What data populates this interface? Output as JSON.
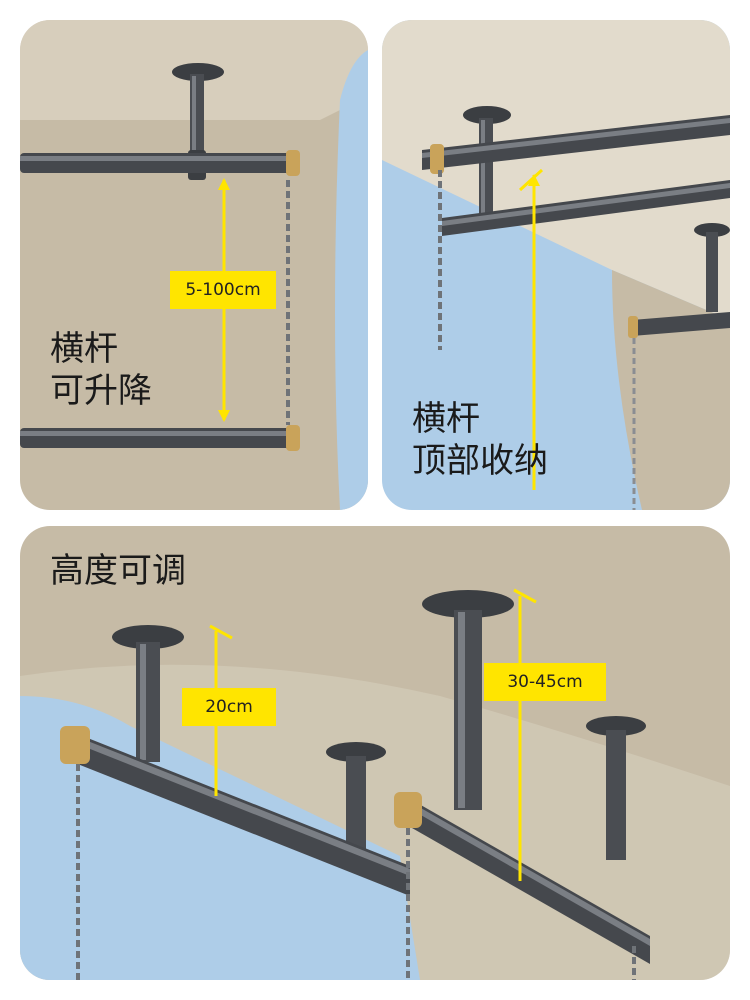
{
  "panels": [
    {
      "caption_lines": [
        "横杆",
        "可升降"
      ],
      "measure_label": "5-100cm"
    },
    {
      "caption_lines": [
        "横杆",
        "顶部收纳"
      ]
    },
    {
      "caption_lines": [
        "高度可调"
      ],
      "measure_labels": [
        "20cm",
        "30-45cm"
      ]
    }
  ],
  "colors": {
    "wall": "#c6bba6",
    "ceiling": "#e2dbcc",
    "sky": "#aecde8",
    "rod": "#45484d",
    "rod_highlight": "#7a7e84",
    "brass_cap": "#c9a35a",
    "chain": "#6f7378",
    "accent_yellow": "#ffe500"
  },
  "icons": [
    "ceiling-mount-icon",
    "rod-icon",
    "chain-icon",
    "measure-arrow-icon"
  ]
}
